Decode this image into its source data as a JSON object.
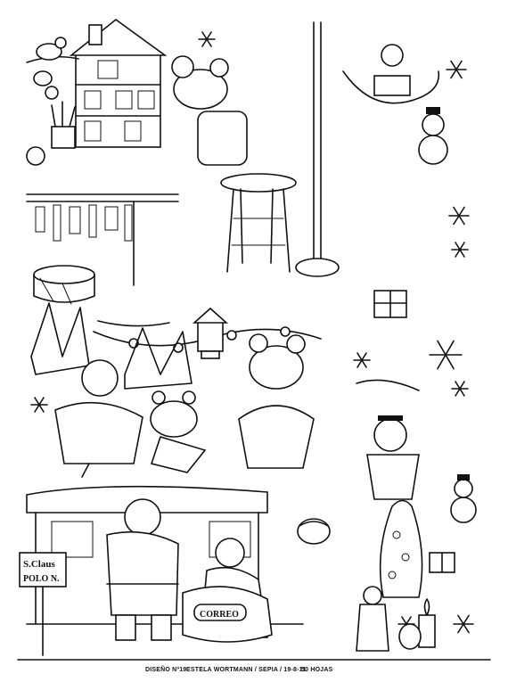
{
  "signs": {
    "santa_sign_line1": "S.Claus",
    "santa_sign_line2": "POLO N.",
    "mailbag_label": "CORREO"
  },
  "footer": {
    "design": "DISEÑO Nº19",
    "credits": "ESTELA WORTMANN / SEPIA / 19-8-11",
    "sheets": "50 HOJAS"
  },
  "colors": {
    "ink": "#111111",
    "paper": "#ffffff"
  }
}
